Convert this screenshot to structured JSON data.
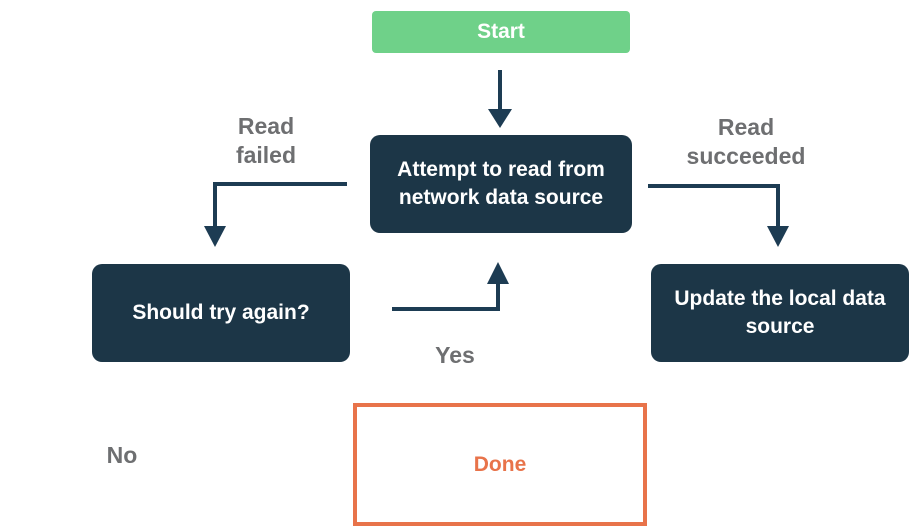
{
  "colors": {
    "background": "#ffffff",
    "node_green": "#6fd189",
    "node_navy": "#1c3647",
    "connector_navy": "#1d3c53",
    "done_orange": "#e8734a",
    "label_gray": "#6e6f71",
    "node_text": "#ffffff"
  },
  "flowchart": {
    "nodes": {
      "start": "Start",
      "attempt": "Attempt to read from network data source",
      "retry": "Should try again?",
      "update": "Update the local data source",
      "done": "Done"
    },
    "edge_labels": {
      "read_failed": "Read\nfailed",
      "read_succeeded": "Read\nsucceeded",
      "yes": "Yes",
      "no": "No"
    }
  }
}
